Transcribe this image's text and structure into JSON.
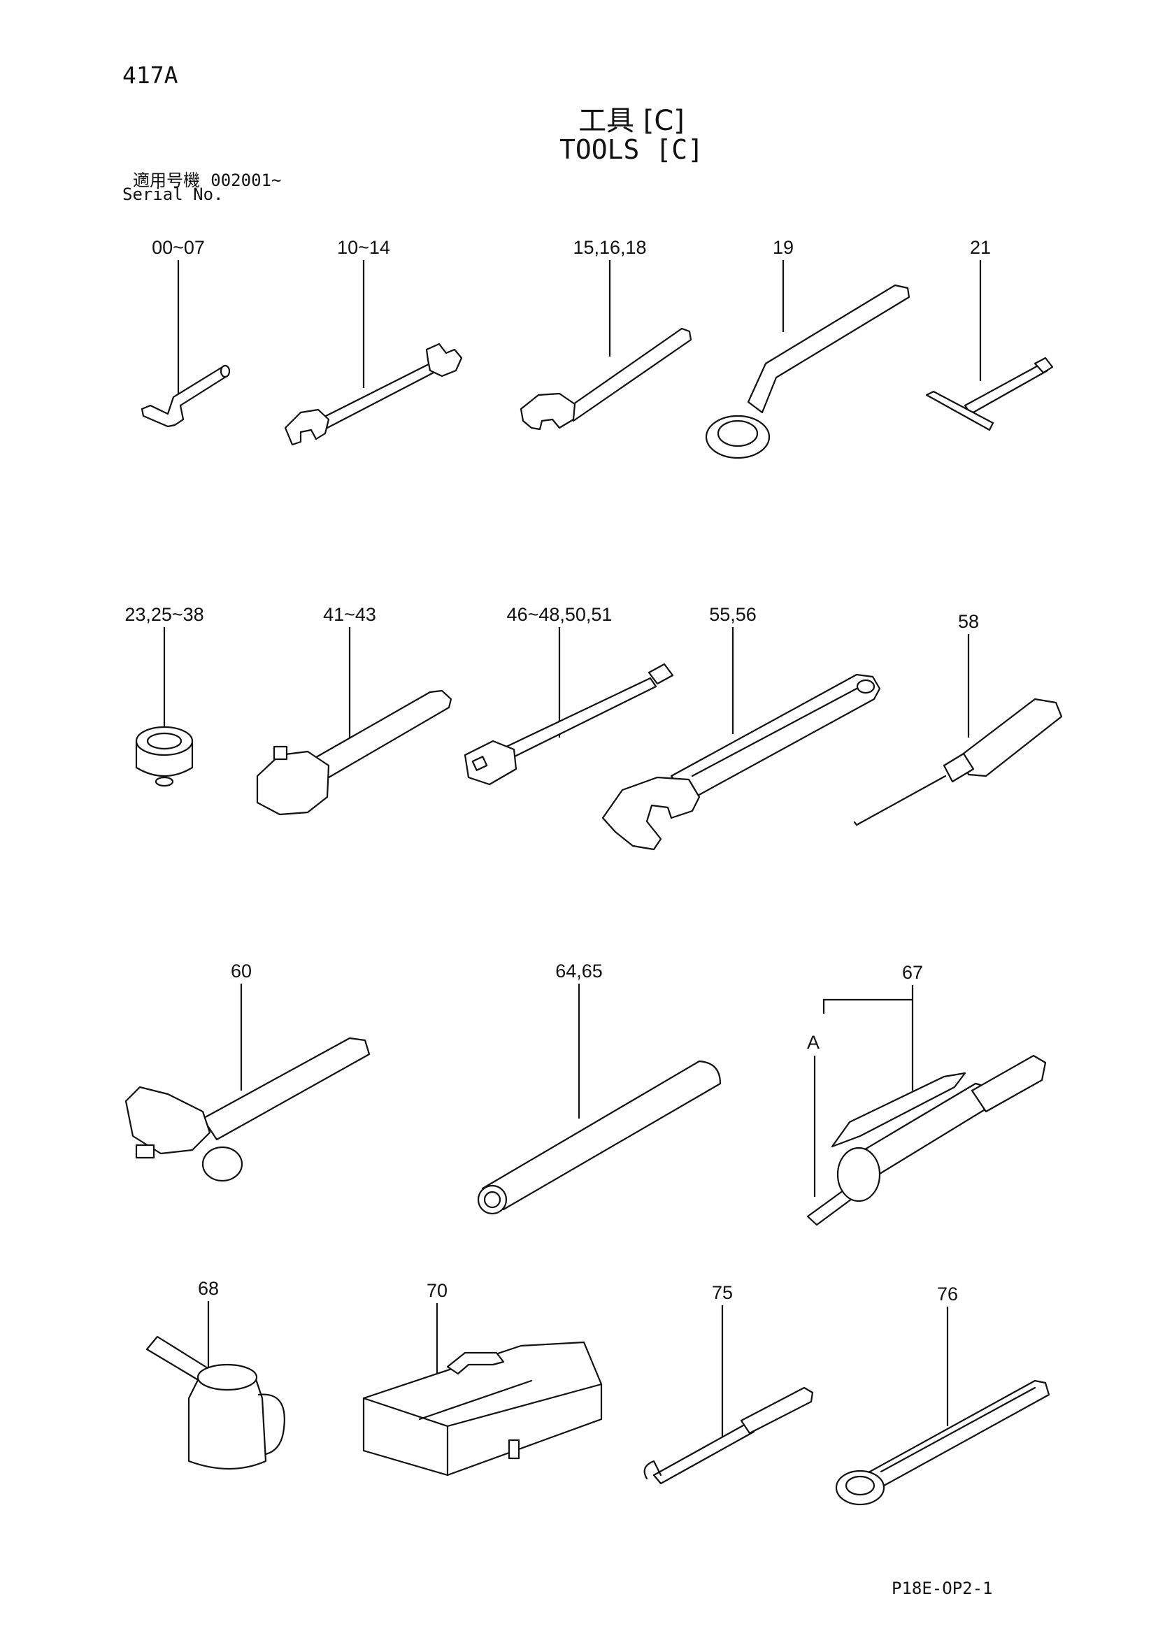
{
  "page_code": "417A",
  "title_jp": "工具 [C]",
  "title_en": "TOOLS [C]",
  "serial_label_jp": "適用号機",
  "serial_value": "002001~",
  "serial_label_en": "Serial No.",
  "drawing_code": "P18E-OP2-1",
  "parts": [
    {
      "ref": "00~07"
    },
    {
      "ref": "10~14"
    },
    {
      "ref": "15,16,18"
    },
    {
      "ref": "19"
    },
    {
      "ref": "21"
    },
    {
      "ref": "23,25~38"
    },
    {
      "ref": "41~43"
    },
    {
      "ref": "46~48,50,51"
    },
    {
      "ref": "55,56"
    },
    {
      "ref": "58"
    },
    {
      "ref": "60"
    },
    {
      "ref": "64,65"
    },
    {
      "ref": "67"
    },
    {
      "ref": "A"
    },
    {
      "ref": "68"
    },
    {
      "ref": "70"
    },
    {
      "ref": "75"
    },
    {
      "ref": "76"
    }
  ]
}
